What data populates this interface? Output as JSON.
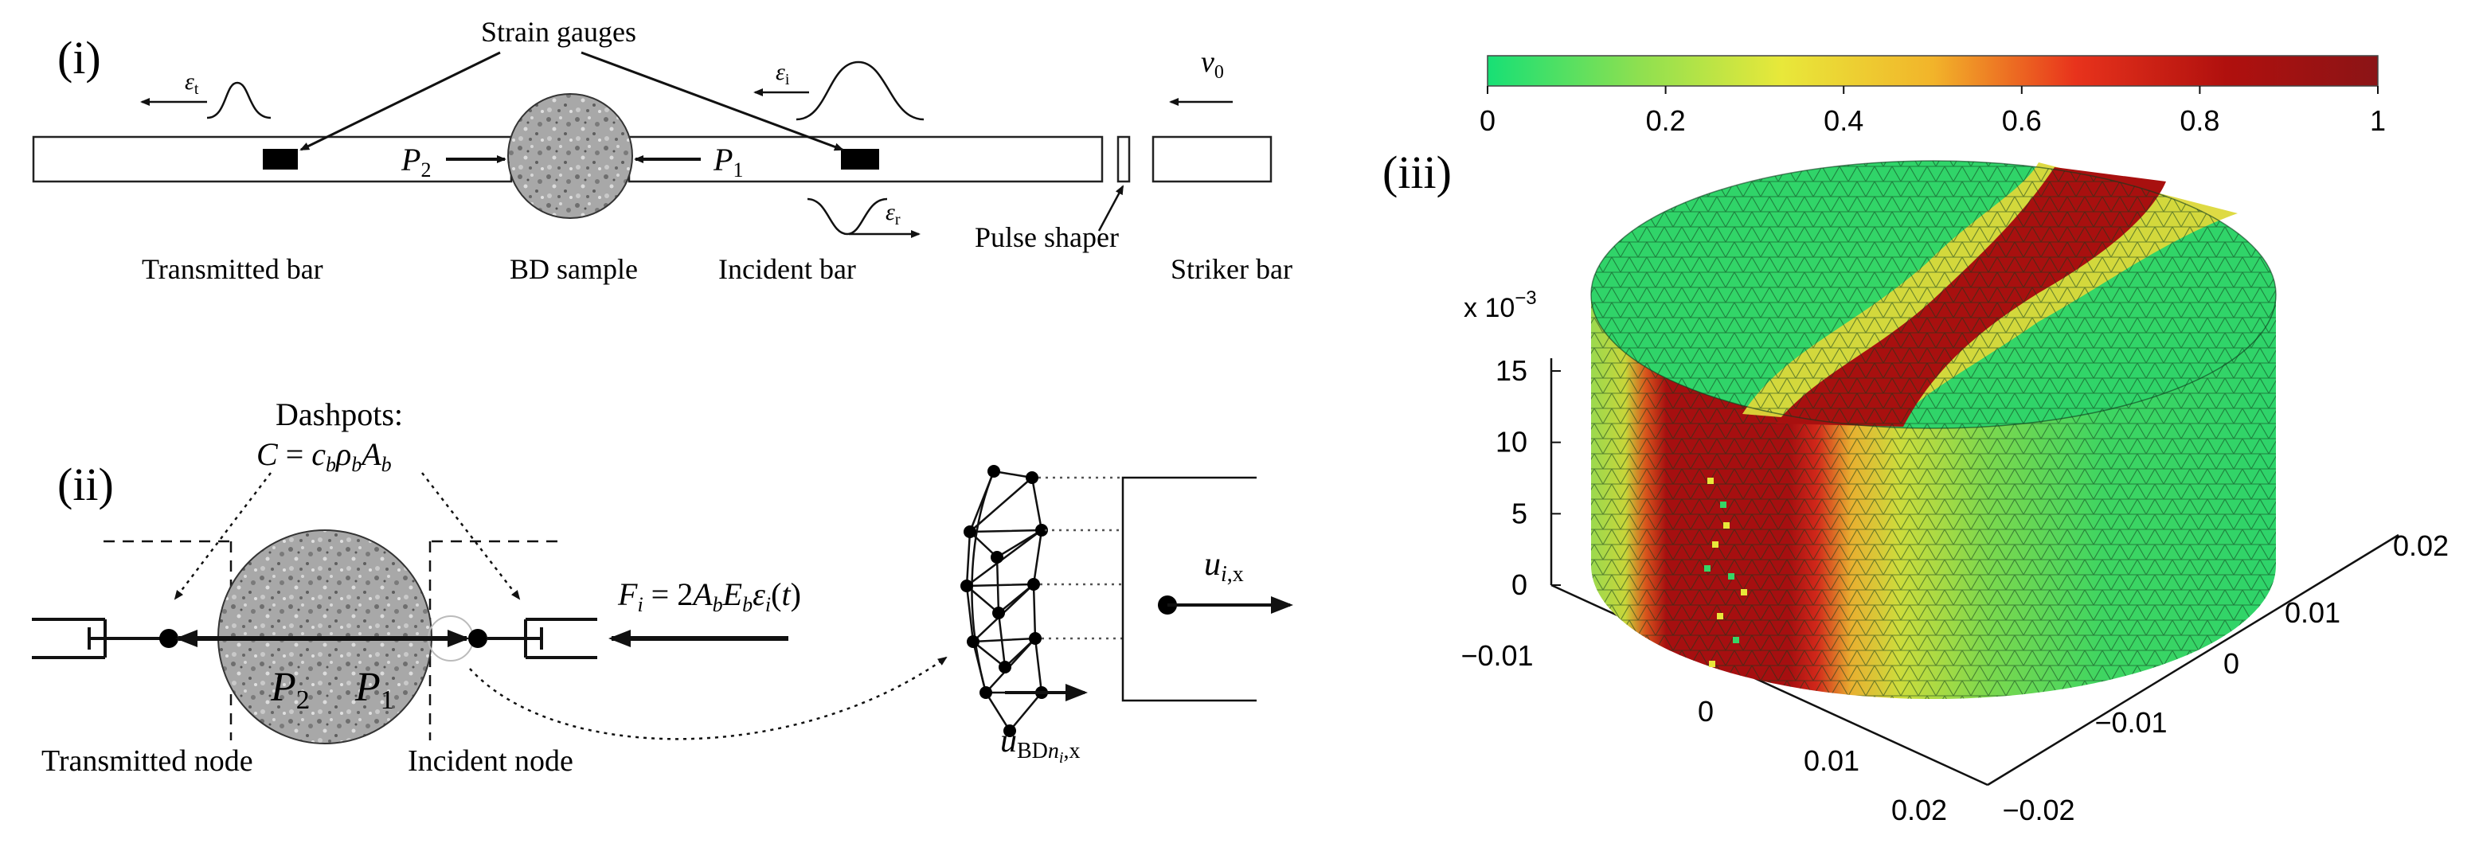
{
  "panel_i": {
    "label": "(i)",
    "strain_gauges_label": "Strain gauges",
    "v0_label": "v0",
    "eps_t": "εt",
    "eps_i": "εi",
    "eps_r": "εr",
    "p2_label": "P2",
    "p1_label": "P1",
    "transmitted_bar": "Transmitted bar",
    "bd_sample": "BD sample",
    "incident_bar": "Incident bar",
    "pulse_shaper": "Pulse shaper",
    "striker_bar": "Striker bar"
  },
  "panel_ii": {
    "label": "(ii)",
    "dashpots_title": "Dashpots:",
    "dashpots_formula": "C = cbρbAb",
    "force_formula": "Fi = 2AbEbεi(t)",
    "p2_label": "P2",
    "p1_label": "P1",
    "transmitted_node": "Transmitted node",
    "incident_node": "Incident node",
    "u_ix": "ui,x",
    "u_bd": "uBDni,x"
  },
  "panel_iii": {
    "label": "(iii)",
    "colorbar_ticks": [
      "0",
      "0.2",
      "0.4",
      "0.6",
      "0.8",
      "1"
    ],
    "colorbar_colors": [
      "#17e075",
      "#8ee050",
      "#e8e83a",
      "#f2b42a",
      "#e8331c",
      "#b0100e",
      "#8b1416"
    ],
    "z_exponent_base": "x 10",
    "z_exponent_power": "−3",
    "z_ticks": [
      "15",
      "10",
      "5",
      "0"
    ],
    "x_ticks": [
      "−0.01",
      "0",
      "0.01",
      "0.02"
    ],
    "y_ticks": [
      "0.02",
      "0.01",
      "0",
      "−0.01",
      "−0.02"
    ]
  }
}
